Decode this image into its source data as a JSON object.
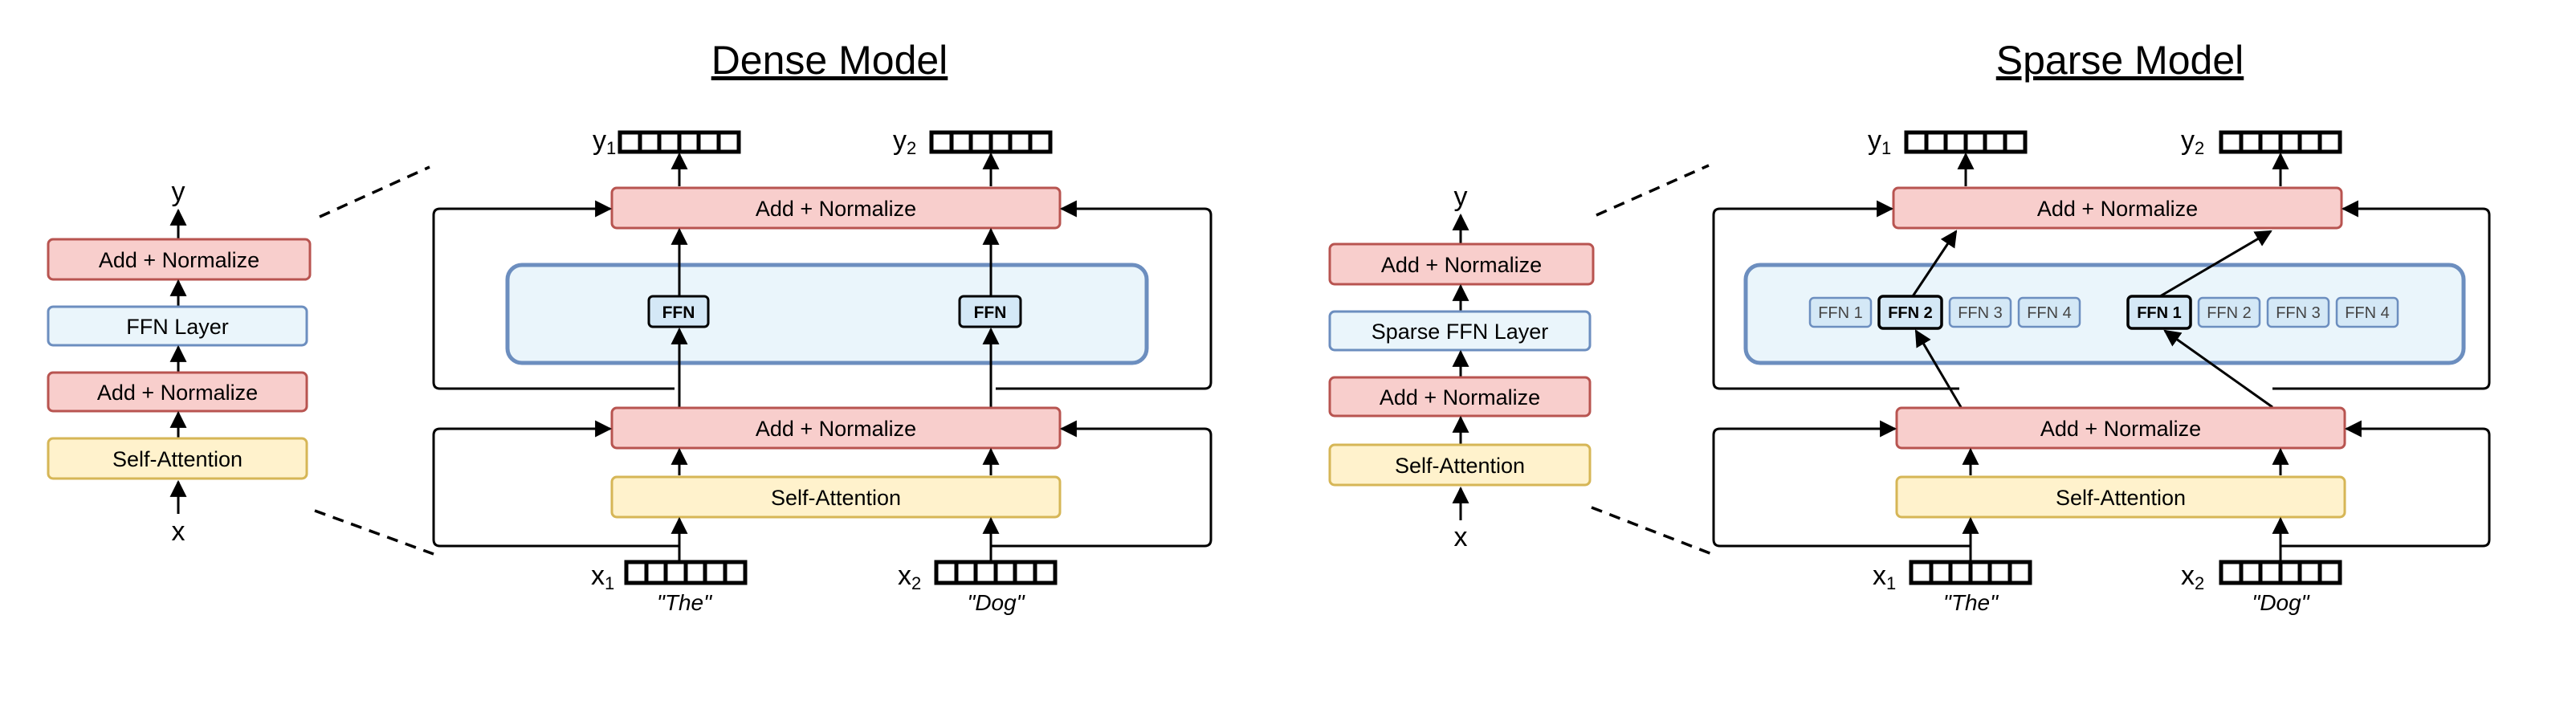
{
  "dense": {
    "title": "Dense Model",
    "left_stack": {
      "output": "y",
      "input": "x",
      "blocks": [
        "Add + Normalize",
        "FFN Layer",
        "Add + Normalize",
        "Self-Attention"
      ]
    },
    "main": {
      "add_norm_top": "Add + Normalize",
      "add_norm_bottom": "Add + Normalize",
      "self_attention": "Self-Attention",
      "ffn_labels": [
        "FFN",
        "FFN"
      ],
      "outputs": [
        {
          "symbol": "y",
          "sub": "1"
        },
        {
          "symbol": "y",
          "sub": "2"
        }
      ],
      "inputs": [
        {
          "symbol": "x",
          "sub": "1",
          "word": "\"The\""
        },
        {
          "symbol": "x",
          "sub": "2",
          "word": "\"Dog\""
        }
      ]
    }
  },
  "sparse": {
    "title": "Sparse Model",
    "left_stack": {
      "output": "y",
      "input": "x",
      "blocks": [
        "Add + Normalize",
        "Sparse FFN Layer",
        "Add + Normalize",
        "Self-Attention"
      ]
    },
    "main": {
      "add_norm_top": "Add + Normalize",
      "add_norm_bottom": "Add + Normalize",
      "self_attention": "Self-Attention",
      "expert_group_1": [
        "FFN 1",
        "FFN 2",
        "FFN 3",
        "FFN 4"
      ],
      "expert_group_2": [
        "FFN 1",
        "FFN 2",
        "FFN 3",
        "FFN 4"
      ],
      "selected_expert_group_1": "FFN 2",
      "selected_expert_group_2": "FFN 1",
      "outputs": [
        {
          "symbol": "y",
          "sub": "1"
        },
        {
          "symbol": "y",
          "sub": "2"
        }
      ],
      "inputs": [
        {
          "symbol": "x",
          "sub": "1",
          "word": "\"The\""
        },
        {
          "symbol": "x",
          "sub": "2",
          "word": "\"Dog\""
        }
      ]
    }
  },
  "colors": {
    "add_norm_fill": "#f8cecc",
    "add_norm_stroke": "#b85450",
    "attention_fill": "#fff2cc",
    "attention_stroke": "#d6b656",
    "ffn_fill": "#eaf5fb",
    "ffn_stroke": "#6c8ebf"
  }
}
